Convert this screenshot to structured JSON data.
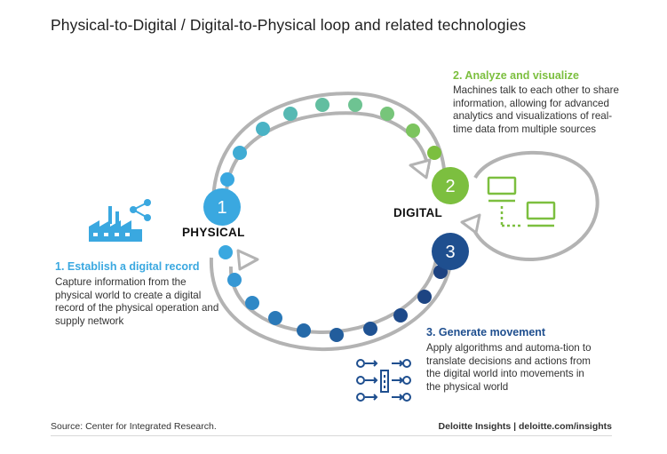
{
  "title": "Physical-to-Digital / Digital-to-Physical loop and related technologies",
  "steps": [
    {
      "number": "1",
      "heading": "1. Establish a digital record",
      "body": "Capture information from the physical world to create a digital record of the physical operation and supply network",
      "color": "#3aa8e0"
    },
    {
      "number": "2",
      "heading": "2. Analyze and visualize",
      "body": "Machines talk to each other to share information, allowing for advanced analytics and visualizations of real-time data from multiple sources",
      "color": "#7cbf3f"
    },
    {
      "number": "3",
      "heading": "3. Generate movement",
      "body": "Apply algorithms and automa-tion to translate decisions and actions from the digital world into movements in the physical world",
      "color": "#1f4f8f"
    }
  ],
  "labels": {
    "physical": "PHYSICAL",
    "digital": "DIGITAL"
  },
  "icons": {
    "physical": "factory-share-icon",
    "digital": "networked-computers-icon",
    "movement": "actuator-flow-icon"
  },
  "colors": {
    "loop": "#b3b3b3",
    "dots_top": [
      "#3aa8e0",
      "#48b2c8",
      "#5cbcae",
      "#6ec394",
      "#7cc57a",
      "#7cbf3f"
    ],
    "dots_bottom": [
      "#3aa8e0",
      "#3191cf",
      "#2a7bbd",
      "#2466ab",
      "#1f4f8f",
      "#1d4280"
    ]
  },
  "footer": {
    "source": "Source: Center for Integrated Research.",
    "brand": "Deloitte Insights | deloitte.com/insights"
  }
}
